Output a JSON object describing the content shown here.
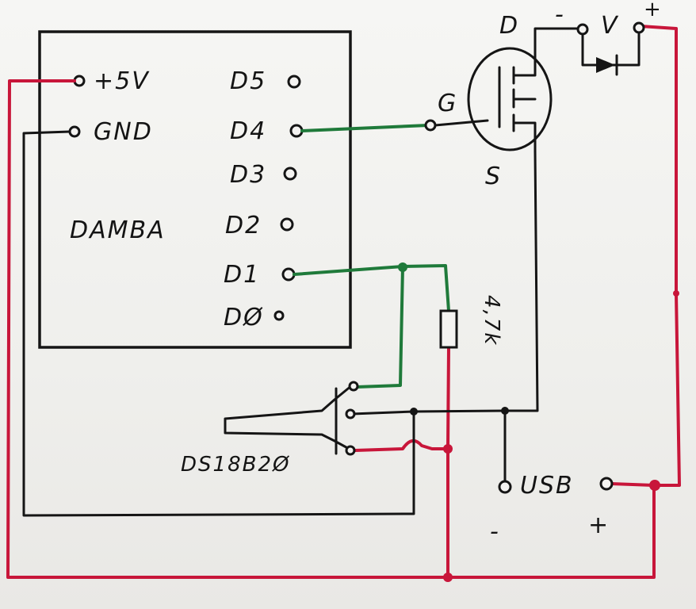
{
  "board": {
    "name": "DAMBA",
    "left_pins": [
      "+5V",
      "GND"
    ],
    "right_pins": [
      "D5",
      "D4",
      "D3",
      "D2",
      "D1",
      "DØ"
    ]
  },
  "mosfet": {
    "drain_label": "D",
    "gate_label": "G",
    "source_label": "S"
  },
  "valve": {
    "label": "V",
    "minus": "-",
    "plus": "+"
  },
  "resistor": {
    "label": "4,7k"
  },
  "sensor": {
    "label": "DS18B2Ø"
  },
  "usb": {
    "label": "USB",
    "minus": "-",
    "plus": "+"
  }
}
